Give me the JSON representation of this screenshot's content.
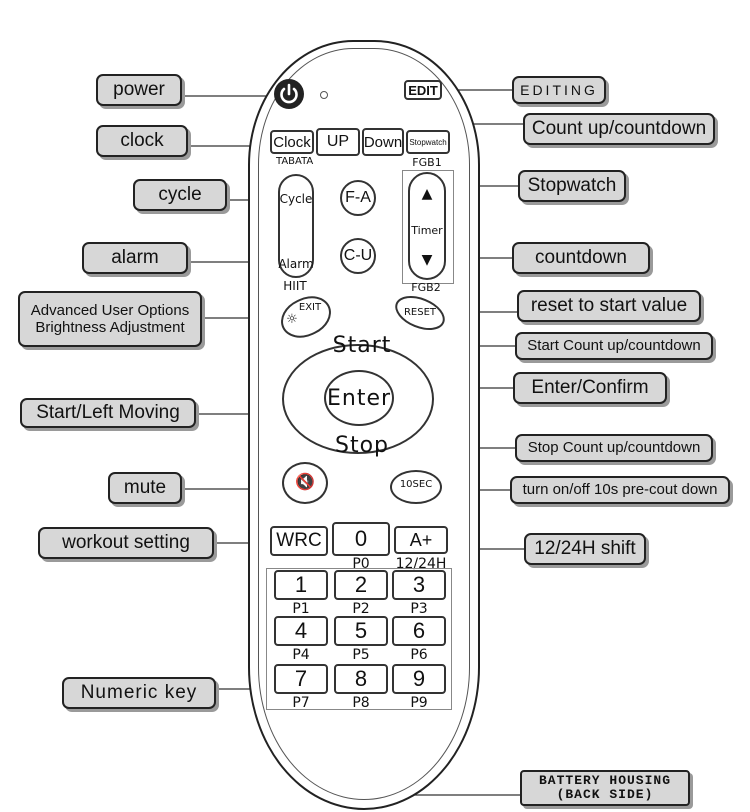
{
  "callouts": {
    "power": "power",
    "clock": "clock",
    "cycle": "cycle",
    "alarm": "alarm",
    "advanced_line1": "Advanced User Options",
    "advanced_line2": "Brightness Adjustment",
    "start_left": "Start/Left Moving",
    "mute": "mute",
    "workout": "workout setting",
    "numeric": "Numeric key",
    "editing": "EDITING",
    "count_updown": "Count up/countdown",
    "stopwatch": "Stopwatch",
    "countdown": "countdown",
    "reset": "reset to start value",
    "start_count": "Start Count up/countdown",
    "enter_confirm": "Enter/Confirm",
    "stop_count": "Stop Count up/countdown",
    "tensec": "turn on/off 10s pre-cout down",
    "shift": "12/24H shift",
    "battery_line1": "BATTERY HOUSING",
    "battery_line2": "(BACK SIDE)"
  },
  "remote": {
    "edit": "EDIT",
    "clock": "Clock",
    "up": "UP",
    "down": "Down",
    "stopwatch": "Stopwatch",
    "tabata": "TABATA",
    "fgb1": "FGB1",
    "fgb2": "FGB2",
    "cycle": "Cycle",
    "alarm": "Alarm",
    "hiit": "HIIT",
    "fa": "F-A",
    "cu": "C-U",
    "timer": "Timer",
    "up_arrow": "▲",
    "down_arrow": "▼",
    "exit": "EXIT",
    "reset": "RESET",
    "start": "Start",
    "enter": "Enter",
    "stop": "Stop",
    "tensec": "10SEC",
    "wrc": "WRC",
    "zero": "0",
    "p0": "P0",
    "aplus": "A+",
    "h1224": "12/24H",
    "keys": [
      {
        "num": "1",
        "p": "P1"
      },
      {
        "num": "2",
        "p": "P2"
      },
      {
        "num": "3",
        "p": "P3"
      },
      {
        "num": "4",
        "p": "P4"
      },
      {
        "num": "5",
        "p": "P5"
      },
      {
        "num": "6",
        "p": "P6"
      },
      {
        "num": "7",
        "p": "P7"
      },
      {
        "num": "8",
        "p": "P8"
      },
      {
        "num": "9",
        "p": "P9"
      }
    ]
  },
  "icons": {
    "power": "power-icon",
    "mute": "mute-icon",
    "brightness": "sun-icon"
  }
}
